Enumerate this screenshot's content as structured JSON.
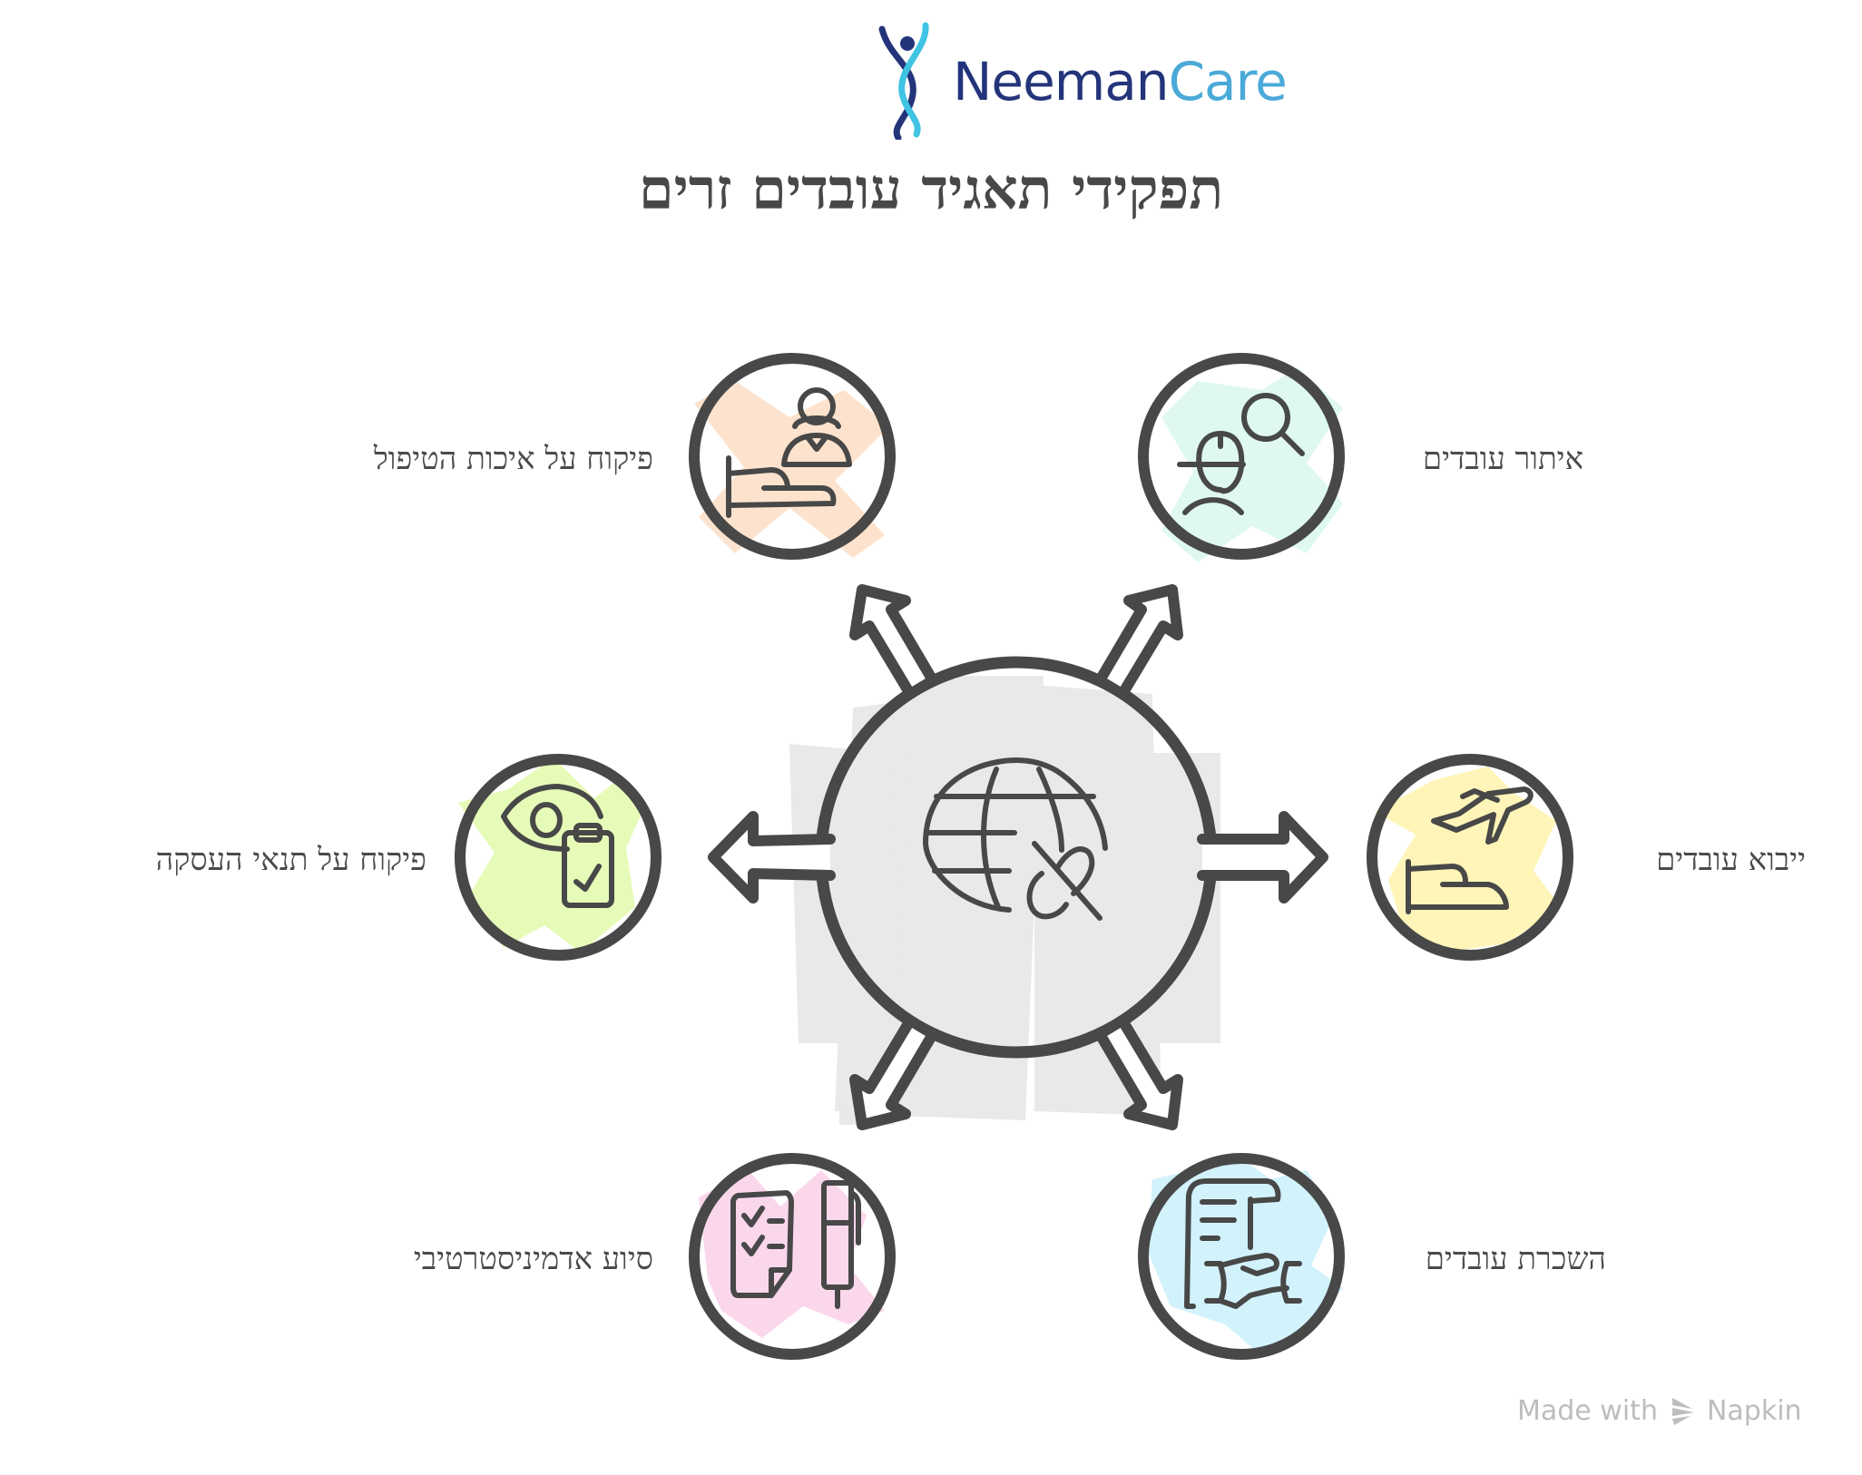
{
  "logo": {
    "part1": "Neeman",
    "part2": "Care",
    "colors": {
      "dark": "#23347a",
      "light": "#4aa9d8"
    }
  },
  "title": "תפקידי תאגיד עובדים זרים",
  "hub": {
    "icon": "globe-with-pen-icon",
    "fill": "#e9e9e9",
    "stroke": "#484848"
  },
  "roles": [
    {
      "id": "care-quality",
      "label": "פיקוח על איכות הטיפול",
      "icon": "caregiver-bed-icon",
      "color": "#fde3cd",
      "position": "top-left"
    },
    {
      "id": "locating",
      "label": "איתור עובדים",
      "icon": "worker-search-icon",
      "color": "#dff9ee",
      "position": "top-right"
    },
    {
      "id": "employment-terms",
      "label": "פיקוח על תנאי העסקה",
      "icon": "eye-clipboard-icon",
      "color": "#e7fbb8",
      "position": "middle-left"
    },
    {
      "id": "import",
      "label": "ייבוא עובדים",
      "icon": "plane-hand-icon",
      "color": "#fff5b8",
      "position": "middle-right"
    },
    {
      "id": "admin-support",
      "label": "סיוע אדמיניסטרטיבי",
      "icon": "checklist-pen-icon",
      "color": "#fbd7ec",
      "position": "bottom-left"
    },
    {
      "id": "hiring",
      "label": "השכרת עובדים",
      "icon": "contract-handshake-icon",
      "color": "#d2f2fc",
      "position": "bottom-right"
    }
  ],
  "footer": {
    "made_with": "Made with",
    "brand": "Napkin"
  }
}
